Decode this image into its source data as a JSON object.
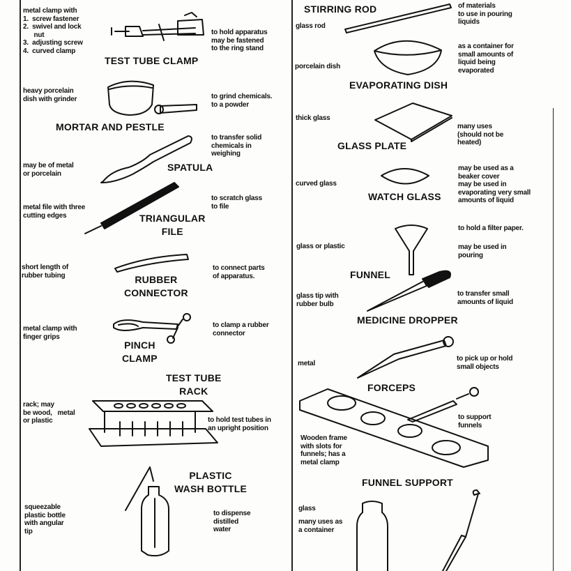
{
  "left": {
    "test_tube_clamp": {
      "title": "TEST TUBE CLAMP",
      "material": "metal clamp with\n1.  screw fastener\n2.  swivel and lock\n      nut\n3.  adjusting screw\n4.  curved clamp",
      "use": "to hold apparatus\nmay be fastened\nto the ring stand"
    },
    "mortar_and_pestle": {
      "title": "MORTAR AND PESTLE",
      "material": "heavy porcelain\ndish with grinder",
      "use": "to grind chemicals.\nto a powder"
    },
    "spatula": {
      "title": "SPATULA",
      "material": "may be of metal\nor porcelain",
      "use": "to transfer solid\nchemicals in\nweighing"
    },
    "triangular_file": {
      "title": "TRIANGULAR\nFILE",
      "material": "metal file with three\ncutting edges",
      "use": "to scratch glass\nto file"
    },
    "rubber_connector": {
      "title": "RUBBER\nCONNECTOR",
      "material": "short length of\nrubber tubing",
      "use": "to connect parts\nof apparatus."
    },
    "pinch_clamp": {
      "title": "PINCH\nCLAMP",
      "material": "metal clamp with\nfinger grips",
      "use": "to clamp a rubber\nconnector"
    },
    "test_tube_rack": {
      "title": "TEST TUBE\nRACK",
      "material": "rack; may\nbe wood,   metal\nor plastic",
      "use": "to hold test tubes in\nan upright position"
    },
    "wash_bottle": {
      "title": "PLASTIC\nWASH BOTTLE",
      "material": "squeezable\nplastic bottle\nwith angular\ntip",
      "use": "to dispense\ndistilled\nwater"
    }
  },
  "right": {
    "stirring_rod": {
      "title": "STIRRING ROD",
      "material": "glass rod",
      "use": "of materials\nto use in pouring\nliquids"
    },
    "evaporating_dish": {
      "title": "EVAPORATING DISH",
      "material": "porcelain dish",
      "use": "as a container for\nsmall amounts of\nliquid being\nevaporated"
    },
    "glass_plate": {
      "title": "GLASS PLATE",
      "material": "thick glass",
      "use": "many uses\n(should not be\nheated)"
    },
    "watch_glass": {
      "title": "WATCH GLASS",
      "material": "curved glass",
      "use": "may be used as a\nbeaker cover\nmay be used in\nevaporating very small\namounts of liquid"
    },
    "funnel": {
      "title": "FUNNEL",
      "material": "glass or plastic",
      "use": "to hold a filter paper.",
      "use2": "may be used in\npouring"
    },
    "medicine_dropper": {
      "title": "MEDICINE DROPPER",
      "material": "glass tip with\nrubber bulb",
      "use": "to transfer small\namounts of liquid"
    },
    "forceps": {
      "title": "FORCEPS",
      "material": "metal",
      "use": "to pick up or hold\nsmall objects"
    },
    "funnel_support": {
      "title": "FUNNEL SUPPORT",
      "material": "Wooden frame\nwith slots for\nfunnels; has a\nmetal clamp",
      "use": "to support\nfunnels"
    },
    "bottle": {
      "material": "glass",
      "use": "many uses as\na container"
    }
  }
}
